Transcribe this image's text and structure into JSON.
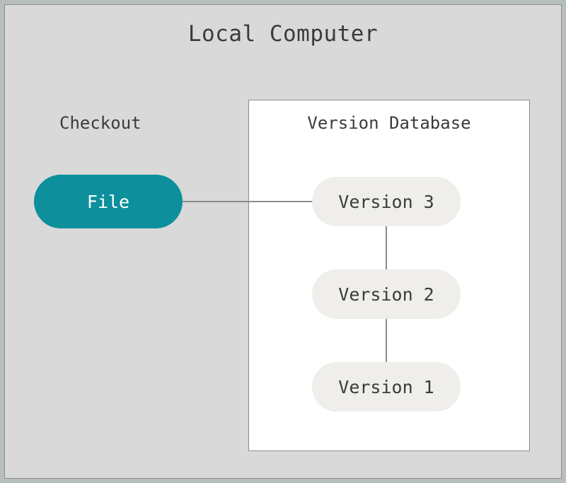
{
  "diagram": {
    "type": "local-version-control-diagram",
    "title": "Local Computer",
    "colors": {
      "page_background": "#b8bdbd",
      "outer_panel_background": "#d9d9d9",
      "outer_panel_border": "#8a8d8d",
      "inner_panel_background": "#ffffff",
      "inner_panel_border": "#8a8d8d",
      "file_pill": "#0d8f9c",
      "file_pill_text": "#ffffff",
      "version_pill": "#efeeea",
      "version_pill_text": "#3b3b39",
      "connector_line": "#8a8d8d",
      "label_text": "#3b3b39"
    },
    "checkout": {
      "label": "Checkout",
      "file_node": "File"
    },
    "version_database": {
      "title": "Version Database",
      "versions": [
        {
          "label": "Version 3"
        },
        {
          "label": "Version 2"
        },
        {
          "label": "Version 1"
        }
      ]
    },
    "connections": [
      {
        "from": "File",
        "to": "Version 3",
        "orientation": "horizontal"
      },
      {
        "from": "Version 3",
        "to": "Version 2",
        "orientation": "vertical"
      },
      {
        "from": "Version 2",
        "to": "Version 1",
        "orientation": "vertical"
      }
    ]
  }
}
